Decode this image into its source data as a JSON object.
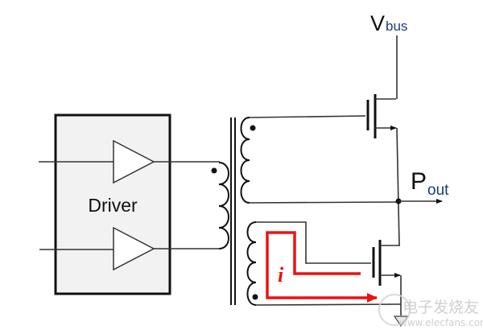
{
  "diagram": {
    "type": "gate-driver transformer circuit",
    "driver_label": "Driver",
    "vbus_label": {
      "main": "V",
      "subscript": "bus"
    },
    "pout_label": {
      "main": "P",
      "subscript": "out"
    },
    "current_label": "i",
    "colors": {
      "wire": "#333333",
      "driver_fill": "#f2f2f2",
      "current_path": "#ee1111",
      "subscript": "#1a3a7a"
    },
    "components": [
      "driver-block",
      "buffer-amplifier-top",
      "buffer-amplifier-bottom",
      "transformer-primary",
      "transformer-core",
      "transformer-secondary-high",
      "transformer-secondary-low",
      "high-side-mosfet",
      "low-side-mosfet",
      "output-node",
      "ground"
    ]
  },
  "watermark": {
    "text_cn": "电子发烧友",
    "url": "www.elecfans.com"
  }
}
